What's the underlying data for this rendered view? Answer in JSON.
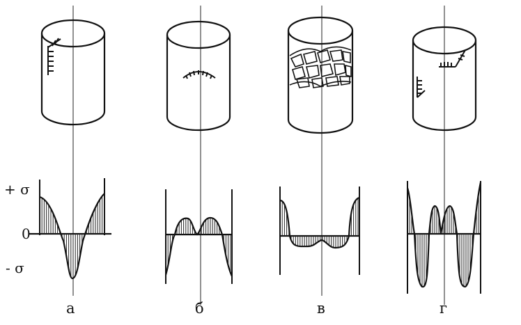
{
  "axis_labels": {
    "plus": "+ σ",
    "zero": "0",
    "minus": "- σ"
  },
  "panels": [
    {
      "label": "а",
      "defect": "vertical-crack"
    },
    {
      "label": "б",
      "defect": "arc-crack"
    },
    {
      "label": "в",
      "defect": "cracked-band"
    },
    {
      "label": "г",
      "defect": "two-cracks"
    }
  ],
  "colors": {
    "ink": "#111111",
    "background": "#ffffff"
  }
}
